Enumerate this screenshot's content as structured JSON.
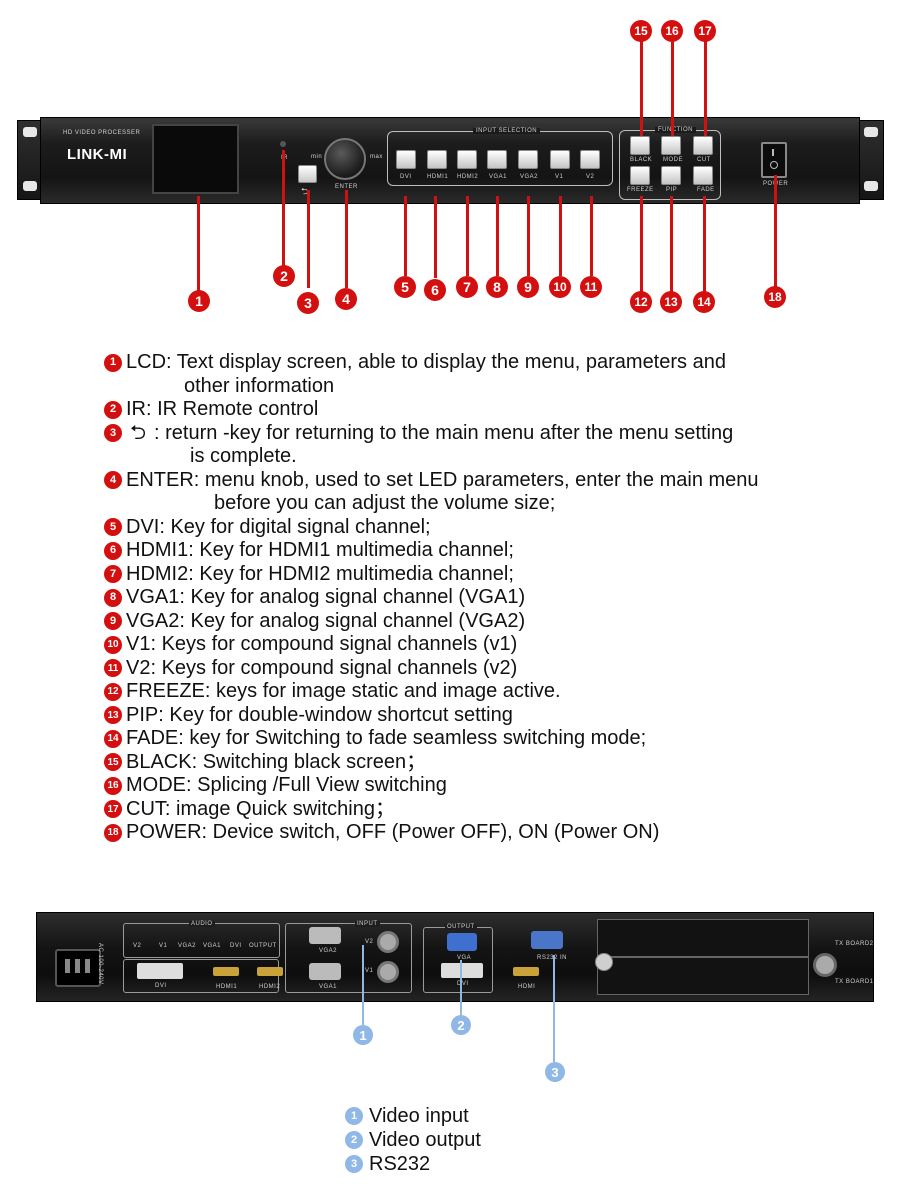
{
  "front_panel": {
    "brand": "LINK-MI",
    "model_text": "HD VIDEO PROCESSER",
    "ir_label": "IR",
    "knob_min": "min",
    "knob_max": "max",
    "enter_label": "ENTER",
    "input_group_title": "INPUT SELECTION",
    "input_keys": [
      "DVI",
      "HDMI1",
      "HDMI2",
      "VGA1",
      "VGA2",
      "V1",
      "V2"
    ],
    "function_group_title": "FUNCTION",
    "function_top": [
      "BLACK",
      "MODE",
      "CUT"
    ],
    "function_bottom": [
      "FREEZE",
      "PIP",
      "FADE"
    ],
    "power_label": "POWER",
    "callouts": [
      "1",
      "2",
      "3",
      "4",
      "5",
      "6",
      "7",
      "8",
      "9",
      "10",
      "11",
      "12",
      "13",
      "14",
      "15",
      "16",
      "17",
      "18"
    ]
  },
  "descriptions": [
    {
      "num": "1",
      "text": "LCD: Text display screen, able to display the menu, parameters and",
      "cont": "other information"
    },
    {
      "num": "2",
      "text": "IR: IR Remote control"
    },
    {
      "num": "3",
      "icon": "return-arrow-icon",
      "text": " : return -key for returning to the main menu after the menu setting",
      "cont": "is complete."
    },
    {
      "num": "4",
      "text": "ENTER: menu knob, used to set LED parameters, enter the main menu",
      "cont": "before you can adjust the volume size;"
    },
    {
      "num": "5",
      "text": "DVI: Key for digital signal channel;"
    },
    {
      "num": "6",
      "text": "HDMI1: Key for HDMI1 multimedia channel;"
    },
    {
      "num": "7",
      "text": "HDMI2: Key for HDMI2 multimedia channel;"
    },
    {
      "num": "8",
      "text": "VGA1: Key for analog signal channel (VGA1)"
    },
    {
      "num": "9",
      "text": "VGA2: Key for analog signal channel (VGA2)"
    },
    {
      "num": "10",
      "text": "V1: Keys for compound signal channels (v1)"
    },
    {
      "num": "11",
      "text": "V2: Keys for compound signal channels (v2)"
    },
    {
      "num": "12",
      "text": "FREEZE: keys for image static and image active."
    },
    {
      "num": "13",
      "text": "PIP: Key for double-window shortcut setting"
    },
    {
      "num": "14",
      "text": "FADE: key for Switching to fade seamless switching mode;"
    },
    {
      "num": "15",
      "text": "BLACK: Switching black screen；"
    },
    {
      "num": "16",
      "text": "MODE: Splicing /Full View switching"
    },
    {
      "num": "17",
      "text": "CUT: image Quick switching；"
    },
    {
      "num": "18",
      "text": "POWER: Device switch, OFF (Power OFF), ON (Power ON)"
    }
  ],
  "rear_panel": {
    "power_rating": "AC 100-240V",
    "audio_title": "AUDIO",
    "audio_ports": [
      "V2",
      "V1",
      "VGA2",
      "VGA1",
      "DVI",
      "OUTPUT"
    ],
    "input_title": "INPUT",
    "dvi_label": "DVI",
    "hdmi1_label": "HDMI1",
    "hdmi2_label": "HDMI2",
    "vga2_label": "VGA2",
    "vga1_label": "VGA1",
    "v2_label": "V2",
    "v1_label": "V1",
    "output_title": "OUTPUT",
    "out_vga_label": "VGA",
    "out_dvi_label": "DVI",
    "out_hdmi_label": "HDMI",
    "rs232_label": "RS232  IN",
    "tx_board2": "TX BOARD2",
    "tx_board1": "TX BOARD1",
    "callouts": [
      "1",
      "2",
      "3"
    ]
  },
  "legend": [
    {
      "num": "1",
      "text": "Video input"
    },
    {
      "num": "2",
      "text": "Video output"
    },
    {
      "num": "3",
      "text": "RS232"
    }
  ],
  "colors": {
    "callout_red": "#d40f0f",
    "callout_blue": "#8fb8e6"
  }
}
